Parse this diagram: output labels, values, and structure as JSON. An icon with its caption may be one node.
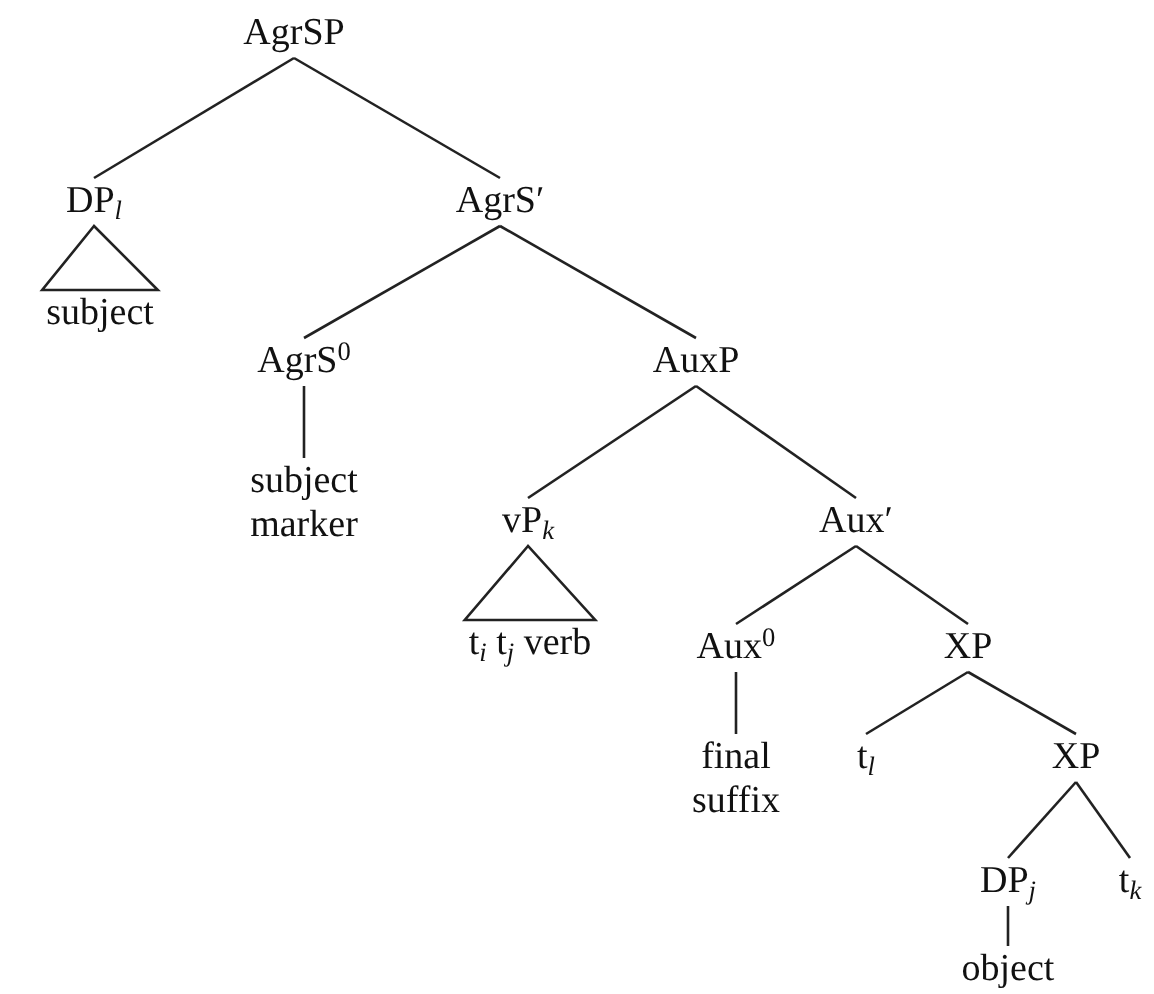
{
  "diagram": {
    "nodes": [
      {
        "text": [
          "AgrSP"
        ]
      },
      {
        "text": [
          "DP$_{l}$"
        ]
      },
      {
        "text": [
          "subject"
        ]
      },
      {
        "text": [
          "AgrS′"
        ]
      },
      {
        "text": [
          "AgrS$^{0}$"
        ]
      },
      {
        "text": [
          "subject marker"
        ]
      },
      {
        "text": [
          "AuxP"
        ]
      },
      {
        "text": [
          "vP$_{k}$"
        ]
      },
      {
        "text": [
          "t$_{i}$ t$_{j}$ verb"
        ]
      },
      {
        "text": [
          "Aux′"
        ]
      },
      {
        "text": [
          "Aux$^{0}$"
        ]
      },
      {
        "text": [
          "final suffix"
        ]
      },
      {
        "text": [
          "XP"
        ]
      },
      {
        "text": [
          "t$_{l}$"
        ]
      },
      {
        "text": [
          "XP"
        ]
      },
      {
        "text": [
          "DP$_{j}$"
        ]
      },
      {
        "text": [
          "t$_{k}$"
        ]
      },
      {
        "text": [
          "object"
        ]
      }
    ],
    "edges": [
      {
        "from": 0,
        "to": 1,
        "arrow": "none"
      },
      {
        "from": 0,
        "to": 3,
        "arrow": "none"
      },
      {
        "from": 1,
        "to": 2,
        "arrow": "none"
      },
      {
        "from": 3,
        "to": 4,
        "arrow": "none"
      },
      {
        "from": 3,
        "to": 6,
        "arrow": "none"
      },
      {
        "from": 4,
        "to": 5,
        "arrow": "none"
      },
      {
        "from": 6,
        "to": 7,
        "arrow": "none"
      },
      {
        "from": 6,
        "to": 9,
        "arrow": "none"
      },
      {
        "from": 7,
        "to": 8,
        "arrow": "none"
      },
      {
        "from": 9,
        "to": 10,
        "arrow": "none"
      },
      {
        "from": 9,
        "to": 12,
        "arrow": "none"
      },
      {
        "from": 10,
        "to": 11,
        "arrow": "none"
      },
      {
        "from": 12,
        "to": 13,
        "arrow": "none"
      },
      {
        "from": 12,
        "to": 14,
        "arrow": "none"
      },
      {
        "from": 14,
        "to": 15,
        "arrow": "none"
      },
      {
        "from": 14,
        "to": 16,
        "arrow": "none"
      },
      {
        "from": 15,
        "to": 17,
        "arrow": "none"
      }
    ]
  }
}
